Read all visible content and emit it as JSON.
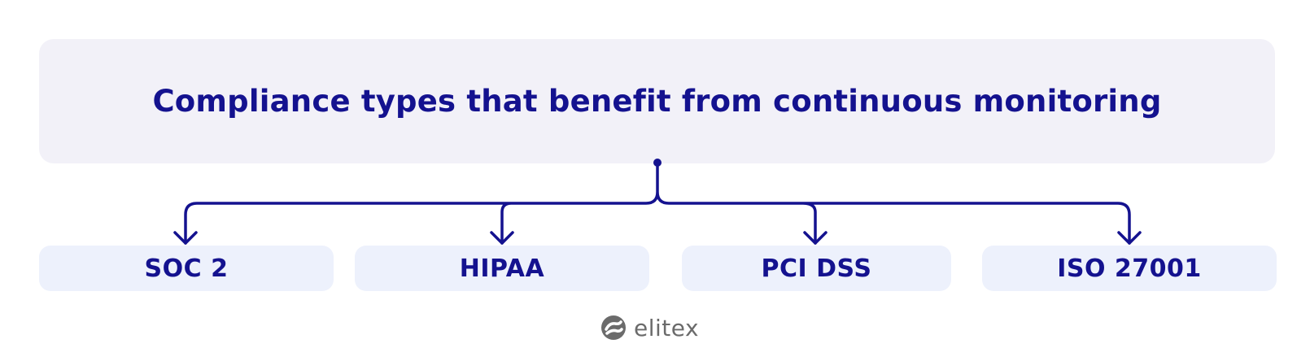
{
  "header": {
    "title": "Compliance types that benefit from continuous monitoring"
  },
  "items": [
    {
      "label": "SOC 2"
    },
    {
      "label": "HIPAA"
    },
    {
      "label": "PCI DSS"
    },
    {
      "label": "ISO 27001"
    }
  ],
  "footer": {
    "brand": "elitex",
    "icon": "elitex-logo-icon"
  },
  "colors": {
    "accent": "#14128f",
    "title_box_bg": "#f2f1f8",
    "item_box_bg": "#edf1fc",
    "brand_gray": "#6b6b6b"
  }
}
